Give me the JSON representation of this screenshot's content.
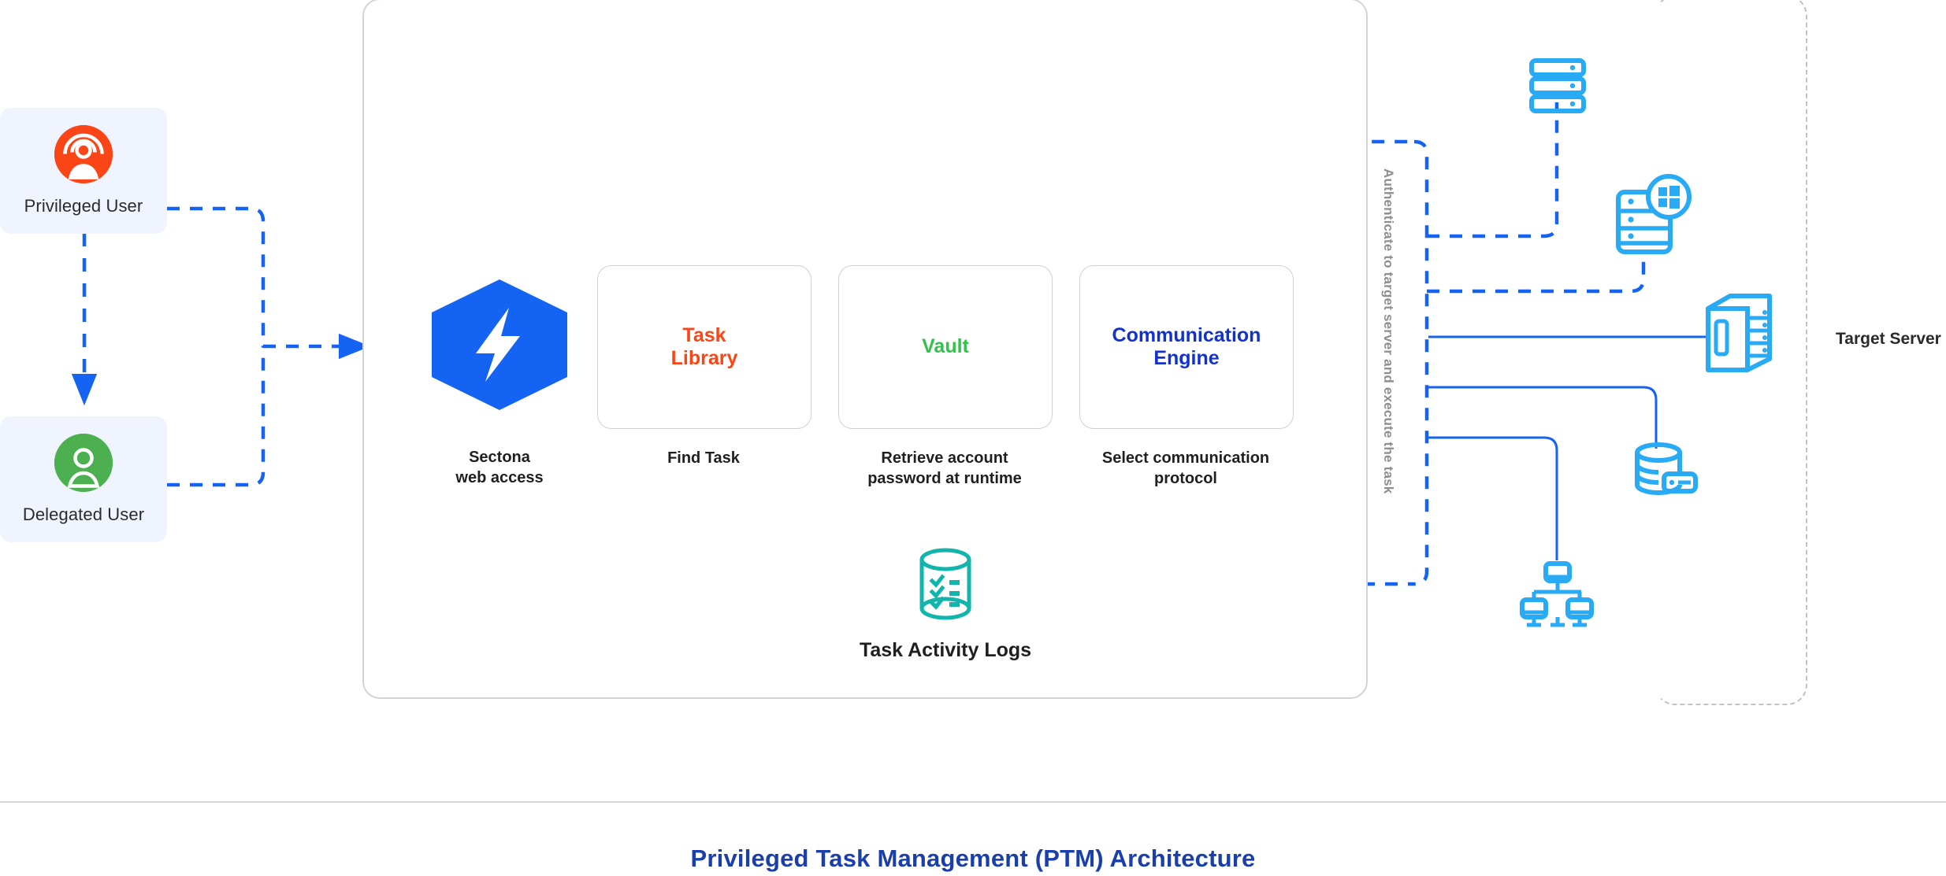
{
  "diagram": {
    "footer_title": "Privileged Task Management (PTM) Architecture",
    "colors": {
      "primary_blue": "#1463f3",
      "deep_blue": "#1a3fa8",
      "sectona_blue": "#1463f3",
      "orange": "#fa4616",
      "green": "#4cb050",
      "teal": "#12b5ab",
      "icon_blue": "#29aaf4",
      "panel_border": "#d2d4d8",
      "box_border": "#cfd1d5",
      "user_card_bg": "#eff4fe",
      "gray_text": "#8b8e93",
      "divider": "#d6d8db"
    }
  },
  "actors": [
    {
      "id": "privileged-user",
      "label": "Privileged User",
      "icon": "privileged-user-icon",
      "color": "#fa4616"
    },
    {
      "id": "delegated-user",
      "label": "Delegated User",
      "icon": "delegated-user-icon",
      "color": "#4cb050"
    }
  ],
  "gateway": {
    "icon": "sectona-hexagon-logo",
    "caption_line1": "Sectona",
    "caption_line2": "web access"
  },
  "steps": [
    {
      "id": "task-library",
      "title_line1": "Task",
      "title_line2": "Library",
      "title_color": "#fa4616",
      "caption_line1": "Find Task",
      "caption_line2": ""
    },
    {
      "id": "vault",
      "title_line1": "Vault",
      "title_line2": "",
      "title_color": "#33c14b",
      "caption_line1": "Retrieve account",
      "caption_line2": "password at runtime"
    },
    {
      "id": "communication-engine",
      "title_line1": "Communication",
      "title_line2": "Engine",
      "title_color": "#1232cf",
      "caption_line1": "Select communication",
      "caption_line2": "protocol"
    }
  ],
  "logs": {
    "icon": "task-activity-logs-cylinder-icon",
    "label": "Task Activity Logs",
    "color": "#12b5ab"
  },
  "authenticate": {
    "label": "Authenticate to target server and execute the task"
  },
  "target_group": {
    "label": "Target Server",
    "nodes": [
      {
        "id": "server-rack",
        "icon": "server-rack-icon"
      },
      {
        "id": "windows-server",
        "icon": "windows-server-icon"
      },
      {
        "id": "tower-server",
        "icon": "tower-server-icon"
      },
      {
        "id": "database-server",
        "icon": "database-server-icon"
      },
      {
        "id": "network-hosts",
        "icon": "network-computers-icon"
      }
    ]
  }
}
